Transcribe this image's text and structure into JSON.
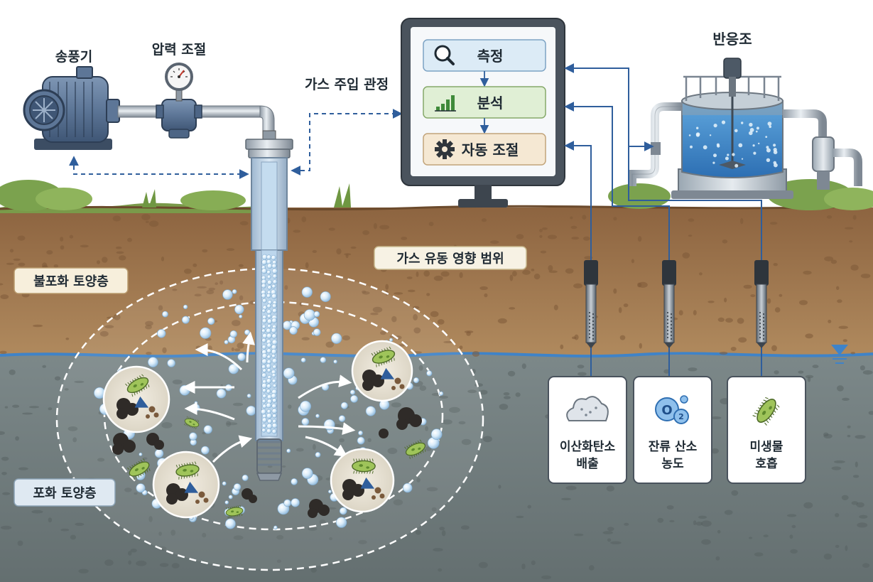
{
  "labels": {
    "blower": "송풍기",
    "pressure_control": "압력 조절",
    "injection_well": "가스 주입 관정",
    "reactor": "반응조",
    "gas_flow_range": "가스 유동 영향 범위",
    "unsaturated_zone": "불포화 토양층",
    "saturated_zone": "포화 토양층"
  },
  "monitor": {
    "steps": [
      {
        "label": "측정",
        "icon": "magnifier-icon"
      },
      {
        "label": "분석",
        "icon": "bar-chart-icon"
      },
      {
        "label": "자동 조절",
        "icon": "gear-icon"
      }
    ]
  },
  "sensors": [
    {
      "line1": "이산화탄소",
      "line2": "배출",
      "icon": "co2-cloud-icon"
    },
    {
      "line1": "잔류 산소",
      "line2": "농도",
      "icon": "o2-bubble-icon"
    },
    {
      "line1": "미생물",
      "line2": "호흡",
      "icon": "microbe-icon"
    }
  ],
  "colors": {
    "sky": "#ffffff",
    "unsaturated_soil": "#a67c52",
    "saturated_soil": "#6f7b7c",
    "water_line": "#3f83c8",
    "signal_line": "#2f5e9c",
    "measure_box": "#dcebf6",
    "analyze_box": "#e0efd5",
    "control_box": "#f5e8d3"
  }
}
